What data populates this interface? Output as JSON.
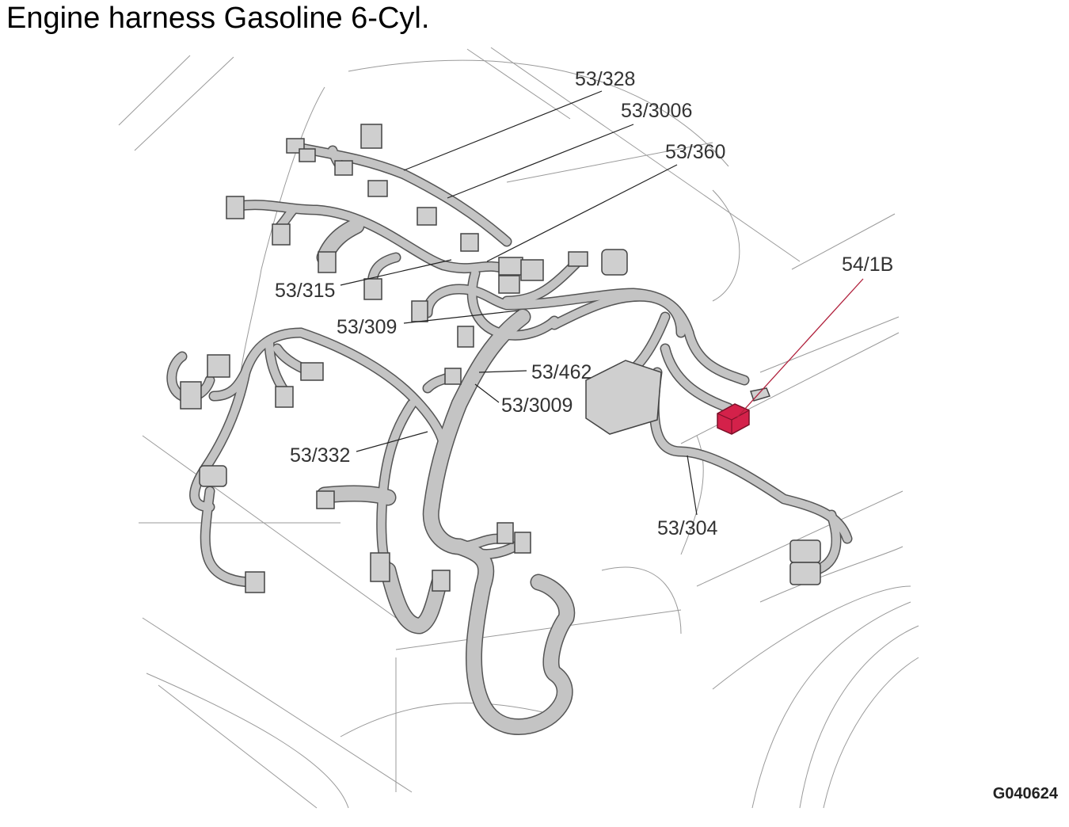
{
  "title": "Engine harness Gasoline 6-Cyl.",
  "figure_id": "G040624",
  "labels": {
    "l1": "53/328",
    "l2": "53/3006",
    "l3": "53/360",
    "l4": "54/1B",
    "l5": "53/315",
    "l6": "53/309",
    "l7": "53/462",
    "l8": "53/3009",
    "l9": "53/332",
    "l10": "53/304"
  },
  "colors": {
    "harness": "#c4c4c4",
    "outline": "#555555",
    "highlight": "#d4214a",
    "highlight_leader": "#b0203c"
  }
}
